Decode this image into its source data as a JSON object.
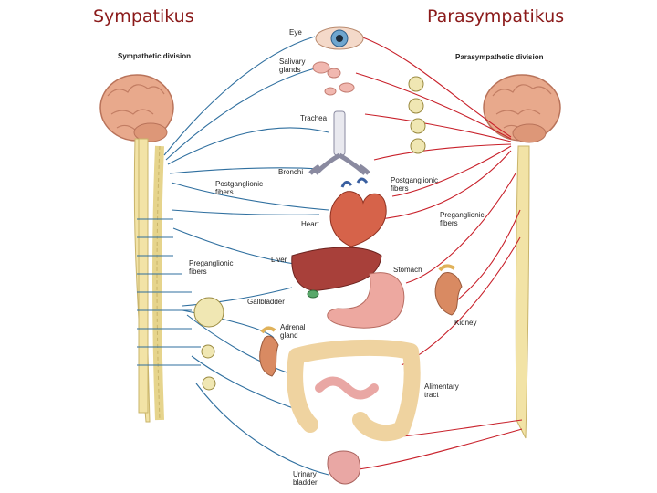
{
  "titles": {
    "left": "Sympatikus",
    "right": "Parasympatikus"
  },
  "divisions": {
    "sympathetic": "Sympathetic division",
    "parasympathetic": "Parasympathetic division"
  },
  "organs": {
    "eye": "Eye",
    "salivary": "Salivary\nglands",
    "trachea": "Trachea",
    "bronchi": "Bronchi",
    "heart": "Heart",
    "liver": "Liver",
    "gallbladder": "Gallbladder",
    "adrenal": "Adrenal\ngland",
    "stomach": "Stomach",
    "kidney": "Kidney",
    "alimentary": "Alimentary\ntract",
    "bladder": "Urinary\nbladder"
  },
  "fibers": {
    "post_left": "Postganglionic\nfibers",
    "pre_left": "Preganglionic\nfibers",
    "post_right": "Postganglionic\nfibers",
    "pre_right": "Preganglionic\nfibers"
  },
  "colors": {
    "title": "#8b1a1a",
    "sympathetic_nerve": "#2f6f9f",
    "parasympathetic_nerve": "#c8202a",
    "brain": "#e8a98c",
    "spinal_cord": "#f2e3a6",
    "liver": "#a8403a",
    "intestine": "#efd3a0"
  }
}
